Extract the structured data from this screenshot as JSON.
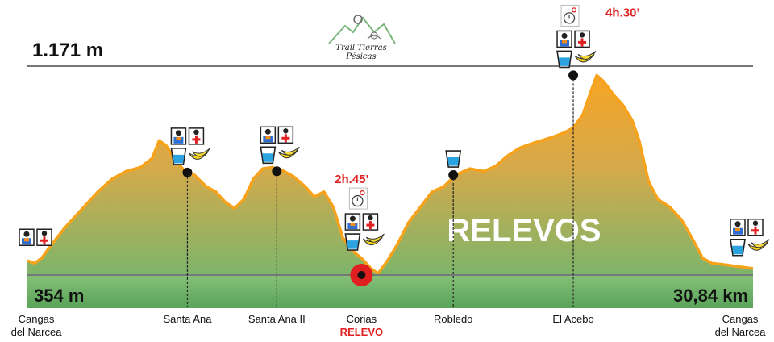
{
  "logo": {
    "text": "Trail Tierras Pésicas"
  },
  "chart_data": {
    "type": "area",
    "title": "",
    "y_max_label": "1.171 m",
    "y_min_label": "354 m",
    "distance_label": "30,84 km",
    "ylim": [
      354,
      1171
    ],
    "xlim": [
      0,
      30.84
    ],
    "center_text": "RELEVOS",
    "colors": {
      "top": "#f5a623",
      "bottom": "#7fb069",
      "line": "#f7a21b",
      "ref_line": "#777777",
      "accent": "#e02020"
    },
    "profile": [
      {
        "km": 0.0,
        "ele": 410
      },
      {
        "km": 0.3,
        "ele": 400
      },
      {
        "km": 0.6,
        "ele": 420
      },
      {
        "km": 1.0,
        "ele": 470
      },
      {
        "km": 1.6,
        "ele": 540
      },
      {
        "km": 2.3,
        "ele": 610
      },
      {
        "km": 3.0,
        "ele": 680
      },
      {
        "km": 3.6,
        "ele": 730
      },
      {
        "km": 4.2,
        "ele": 760
      },
      {
        "km": 4.8,
        "ele": 775
      },
      {
        "km": 5.3,
        "ele": 810
      },
      {
        "km": 5.6,
        "ele": 880
      },
      {
        "km": 5.9,
        "ele": 860
      },
      {
        "km": 6.3,
        "ele": 800
      },
      {
        "km": 6.7,
        "ele": 760
      },
      {
        "km": 7.1,
        "ele": 745
      },
      {
        "km": 7.6,
        "ele": 700
      },
      {
        "km": 8.0,
        "ele": 680
      },
      {
        "km": 8.4,
        "ele": 640
      },
      {
        "km": 8.8,
        "ele": 615
      },
      {
        "km": 9.2,
        "ele": 650
      },
      {
        "km": 9.6,
        "ele": 730
      },
      {
        "km": 10.0,
        "ele": 770
      },
      {
        "km": 10.4,
        "ele": 775
      },
      {
        "km": 10.8,
        "ele": 765
      },
      {
        "km": 11.3,
        "ele": 740
      },
      {
        "km": 11.8,
        "ele": 700
      },
      {
        "km": 12.2,
        "ele": 660
      },
      {
        "km": 12.6,
        "ele": 680
      },
      {
        "km": 13.0,
        "ele": 620
      },
      {
        "km": 13.4,
        "ele": 500
      },
      {
        "km": 13.8,
        "ele": 450
      },
      {
        "km": 14.2,
        "ele": 420
      },
      {
        "km": 14.6,
        "ele": 380
      },
      {
        "km": 14.9,
        "ele": 360
      },
      {
        "km": 15.3,
        "ele": 410
      },
      {
        "km": 15.7,
        "ele": 470
      },
      {
        "km": 16.2,
        "ele": 560
      },
      {
        "km": 16.7,
        "ele": 620
      },
      {
        "km": 17.2,
        "ele": 680
      },
      {
        "km": 17.7,
        "ele": 700
      },
      {
        "km": 18.2,
        "ele": 745
      },
      {
        "km": 18.8,
        "ele": 770
      },
      {
        "km": 19.4,
        "ele": 760
      },
      {
        "km": 19.9,
        "ele": 780
      },
      {
        "km": 20.4,
        "ele": 820
      },
      {
        "km": 20.9,
        "ele": 850
      },
      {
        "km": 21.5,
        "ele": 870
      },
      {
        "km": 22.2,
        "ele": 890
      },
      {
        "km": 22.8,
        "ele": 910
      },
      {
        "km": 23.2,
        "ele": 930
      },
      {
        "km": 23.6,
        "ele": 980
      },
      {
        "km": 23.9,
        "ele": 1060
      },
      {
        "km": 24.2,
        "ele": 1135
      },
      {
        "km": 24.5,
        "ele": 1110
      },
      {
        "km": 24.9,
        "ele": 1060
      },
      {
        "km": 25.3,
        "ele": 1020
      },
      {
        "km": 25.7,
        "ele": 960
      },
      {
        "km": 26.0,
        "ele": 880
      },
      {
        "km": 26.4,
        "ele": 720
      },
      {
        "km": 26.8,
        "ele": 650
      },
      {
        "km": 27.3,
        "ele": 620
      },
      {
        "km": 27.8,
        "ele": 570
      },
      {
        "km": 28.3,
        "ele": 490
      },
      {
        "km": 28.7,
        "ele": 420
      },
      {
        "km": 29.1,
        "ele": 400
      },
      {
        "km": 29.6,
        "ele": 395
      },
      {
        "km": 30.0,
        "ele": 390
      },
      {
        "km": 30.4,
        "ele": 385
      },
      {
        "km": 30.84,
        "ele": 380
      }
    ],
    "waypoints": [
      {
        "name": "Cangas del Narcea",
        "label_lines": [
          "Cangas",
          "del Narcea"
        ],
        "km": 0.0,
        "marker": false,
        "icons": [
          "staff",
          "medic"
        ]
      },
      {
        "name": "Santa Ana",
        "label_lines": [
          "Santa Ana"
        ],
        "km": 6.8,
        "ele": 755,
        "marker": true,
        "icons": [
          "staff",
          "medic",
          "water",
          "banana"
        ]
      },
      {
        "name": "Santa Ana II",
        "label_lines": [
          "Santa Ana II"
        ],
        "km": 10.6,
        "ele": 760,
        "marker": true,
        "icons": [
          "staff",
          "medic",
          "water",
          "banana"
        ]
      },
      {
        "name": "Corias",
        "label_lines": [
          "Corias"
        ],
        "sub_label": "RELEVO",
        "km": 14.2,
        "ele": 354,
        "marker": "relay",
        "time": "2h.45’",
        "icons": [
          "clock",
          "staff",
          "medic",
          "water",
          "banana"
        ]
      },
      {
        "name": "Robledo",
        "label_lines": [
          "Robledo"
        ],
        "km": 18.1,
        "ele": 745,
        "marker": true,
        "icons": [
          "water"
        ]
      },
      {
        "name": "El Acebo",
        "label_lines": [
          "El Acebo"
        ],
        "km": 23.2,
        "ele": 1135,
        "marker": true,
        "time": "4h.30’",
        "icons": [
          "clock",
          "staff",
          "medic",
          "water",
          "banana"
        ]
      },
      {
        "name": "Cangas del Narcea",
        "label_lines": [
          "Cangas",
          "del Narcea"
        ],
        "km": 30.84,
        "marker": false,
        "icons": [
          "staff",
          "medic",
          "water",
          "banana"
        ]
      }
    ]
  }
}
